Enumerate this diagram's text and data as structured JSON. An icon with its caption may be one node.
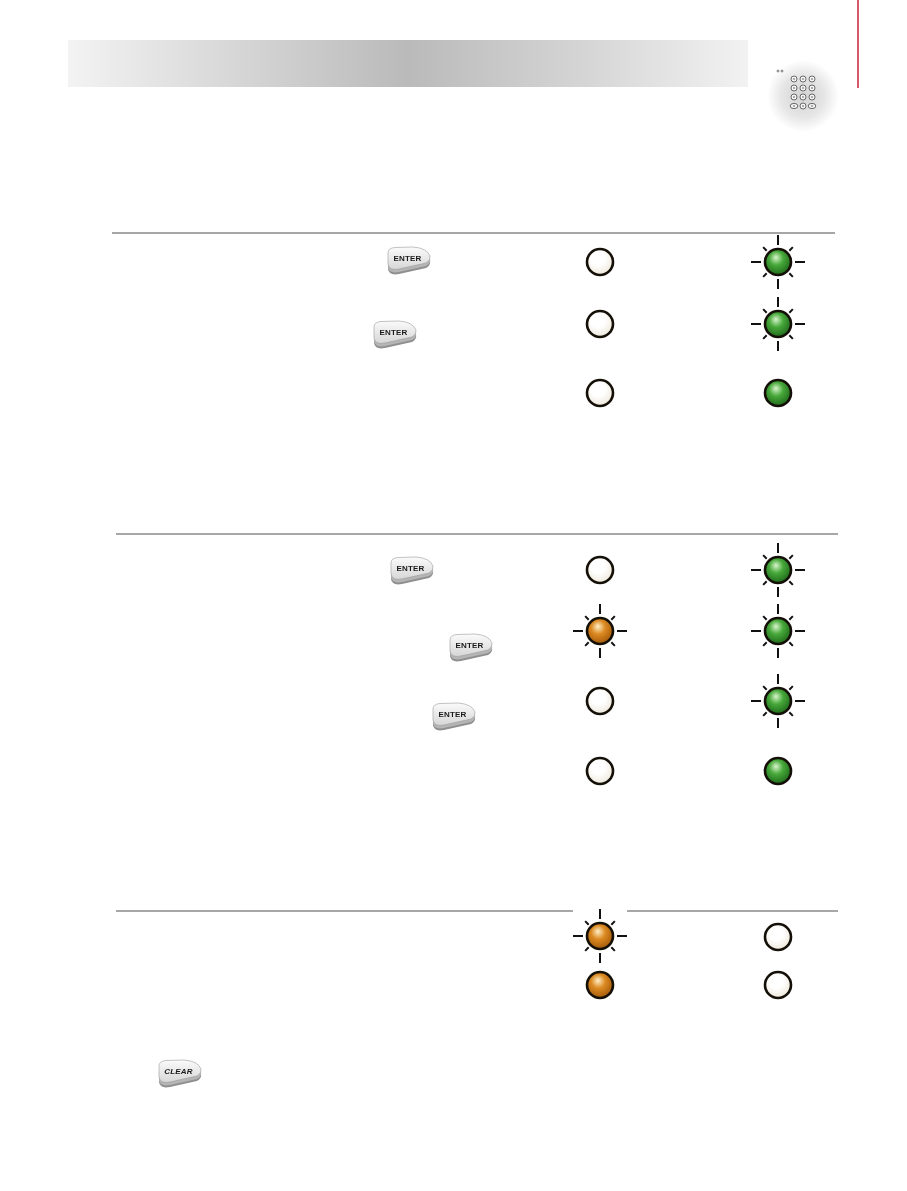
{
  "diagram": {
    "nodes": [
      {
        "text": [
          "ENTER"
        ]
      },
      {
        "text": [
          "ENTER"
        ]
      },
      {
        "text": [
          "ENTER"
        ]
      },
      {
        "text": [
          "ENTER"
        ]
      },
      {
        "text": [
          "ENTER"
        ]
      },
      {
        "text": [
          "CLEAR"
        ]
      }
    ]
  }
}
